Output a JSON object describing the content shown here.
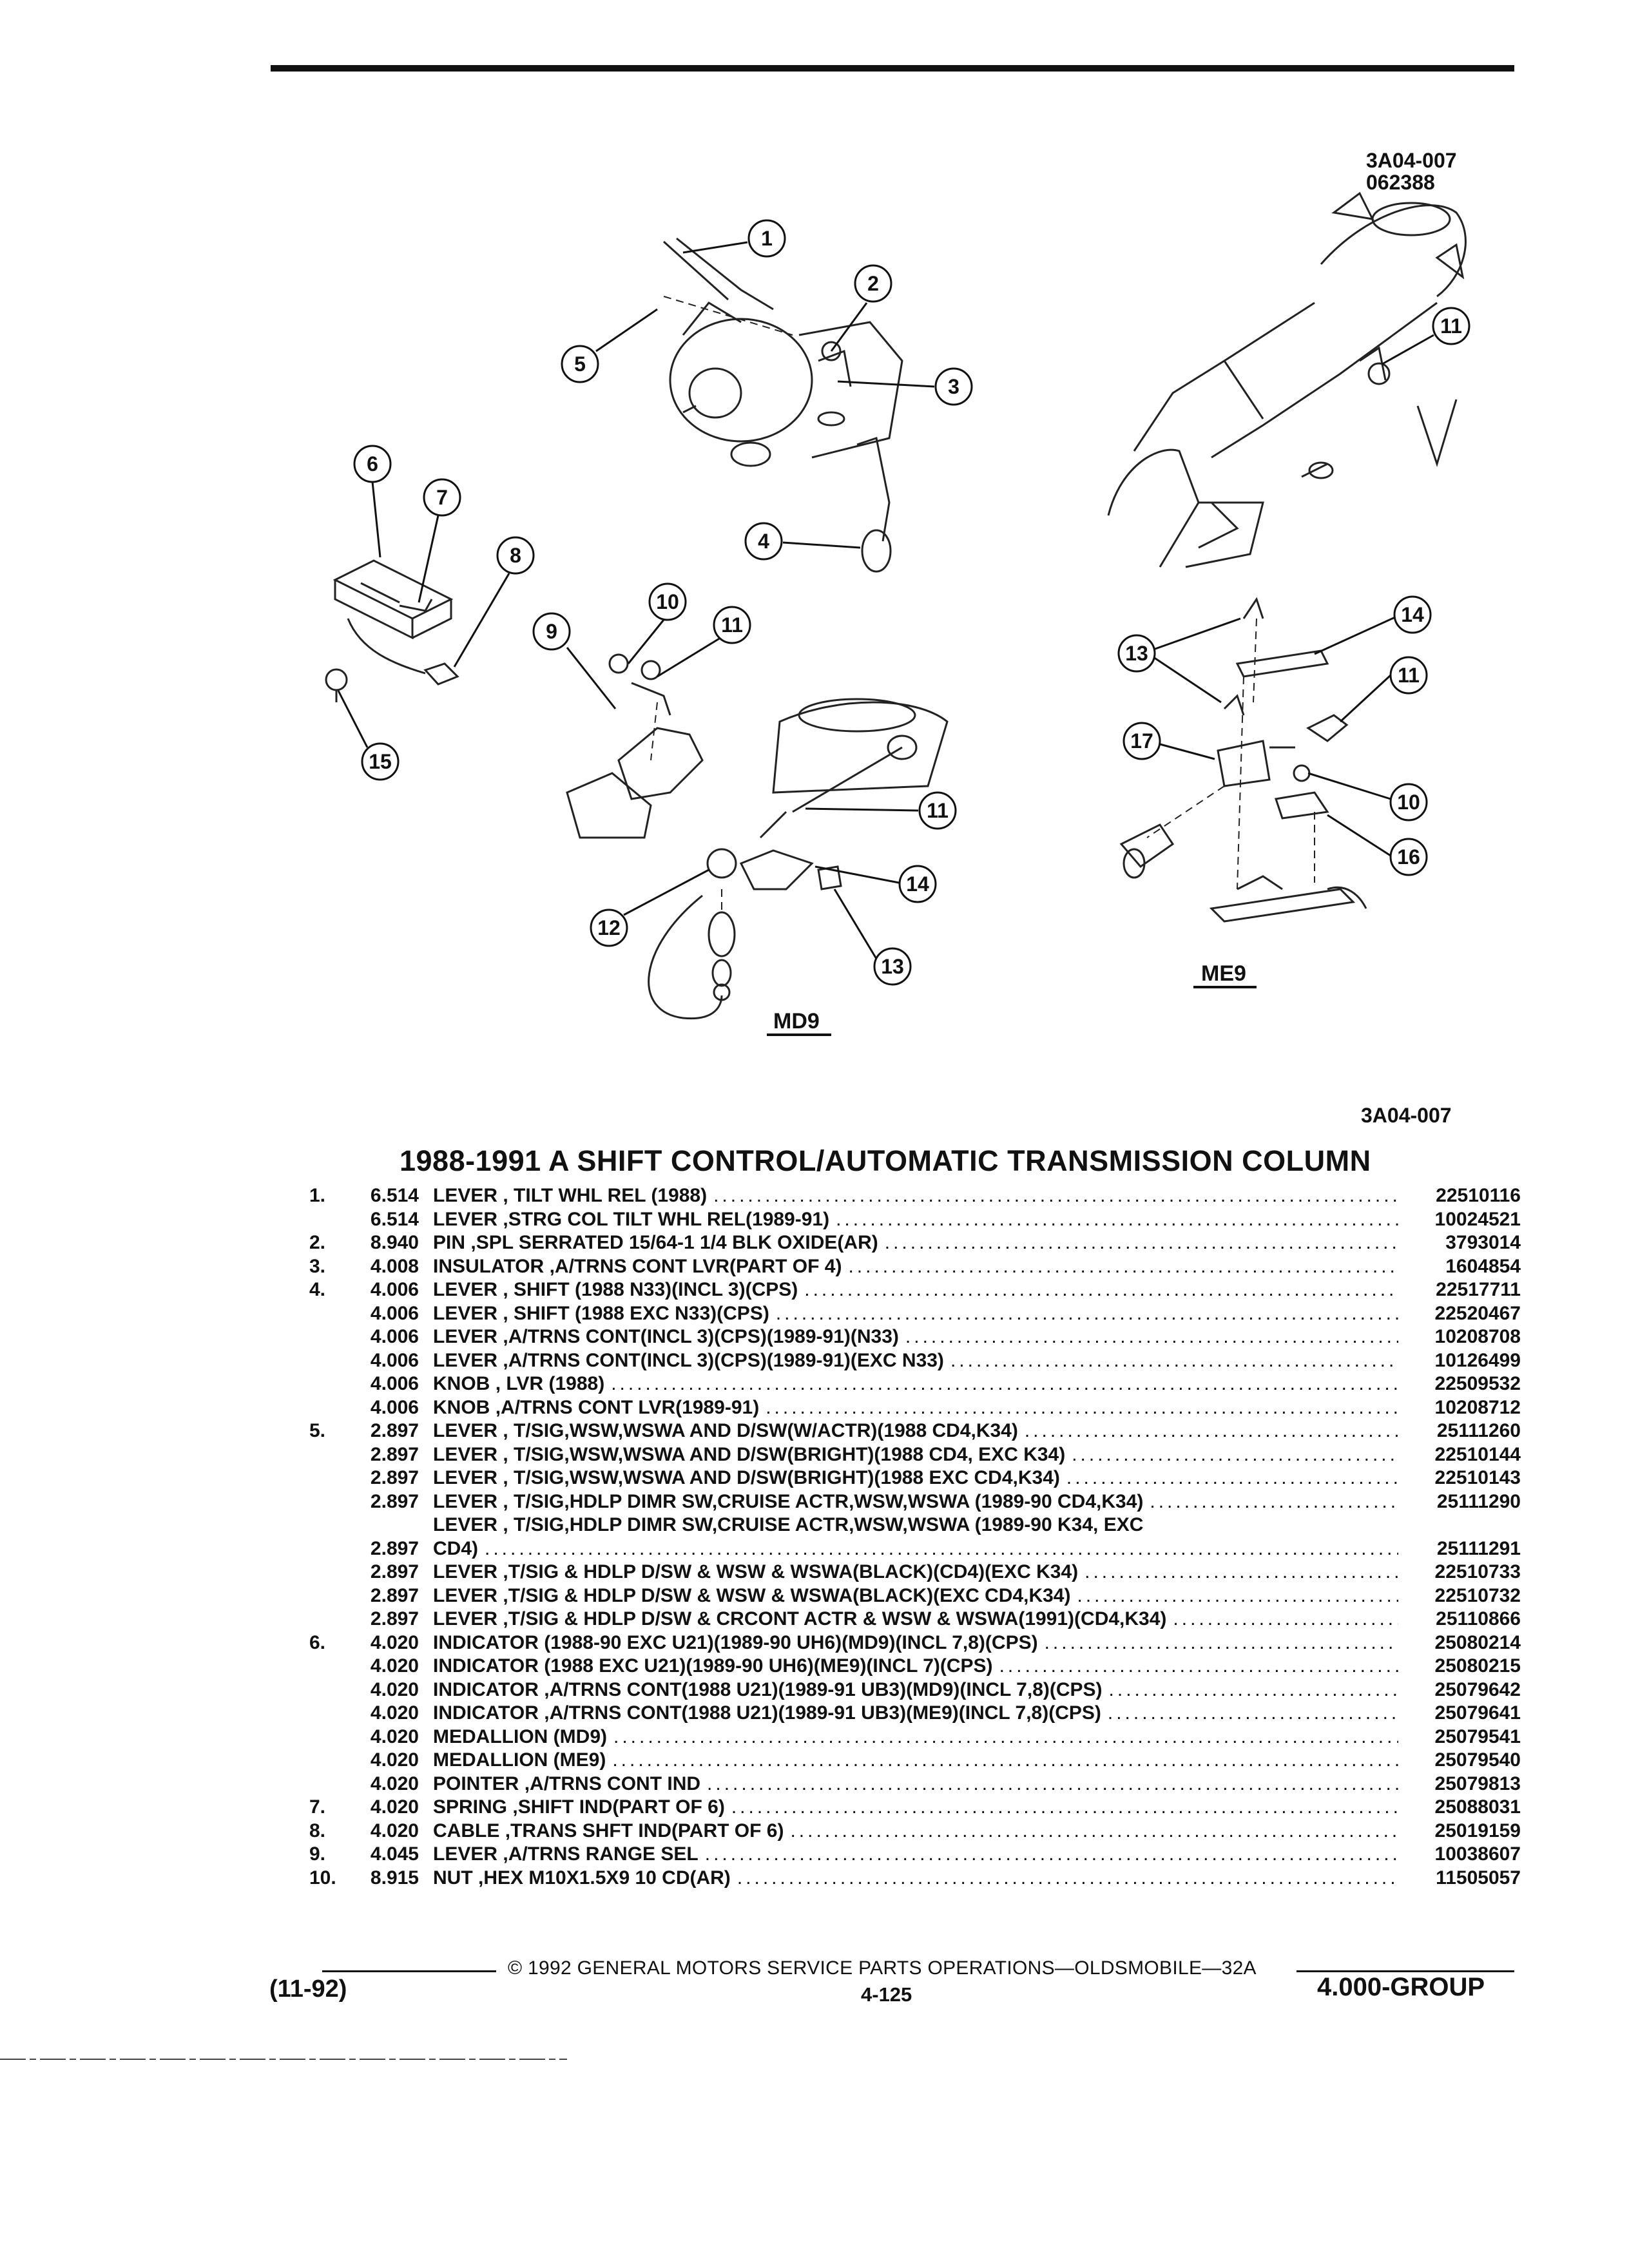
{
  "header": {
    "ref_code": "3A04-007",
    "ref_date": "062388"
  },
  "diagram": {
    "callouts": [
      "1",
      "2",
      "3",
      "4",
      "5",
      "6",
      "7",
      "8",
      "9",
      "10",
      "11",
      "12",
      "13",
      "14",
      "15",
      "16",
      "17"
    ],
    "view_labels": {
      "left": "MD9",
      "right": "ME9"
    }
  },
  "section": {
    "ref_code": "3A04-007",
    "title": "1988-1991 A SHIFT CONTROL/AUTOMATIC TRANSMISSION COLUMN"
  },
  "parts": [
    {
      "item": "1.",
      "group": "6.514",
      "name": "LEVER",
      "desc": ", TILT WHL REL (1988)",
      "pn": "22510116"
    },
    {
      "item": "",
      "group": "6.514",
      "name": "LEVER",
      "desc": ",STRG COL TILT WHL REL(1989-91)",
      "pn": "10024521"
    },
    {
      "item": "2.",
      "group": "8.940",
      "name": "PIN",
      "desc": ",SPL SERRATED 15/64-1 1/4 BLK OXIDE(AR)",
      "pn": "3793014"
    },
    {
      "item": "3.",
      "group": "4.008",
      "name": "INSULATOR",
      "desc": ",A/TRNS CONT LVR(PART OF 4)",
      "pn": "1604854"
    },
    {
      "item": "4.",
      "group": "4.006",
      "name": "LEVER",
      "desc": ", SHIFT (1988 N33)(INCL 3)(CPS)",
      "pn": "22517711"
    },
    {
      "item": "",
      "group": "4.006",
      "name": "LEVER",
      "desc": ", SHIFT (1988 EXC N33)(CPS)",
      "pn": "22520467"
    },
    {
      "item": "",
      "group": "4.006",
      "name": "LEVER",
      "desc": ",A/TRNS CONT(INCL 3)(CPS)(1989-91)(N33)",
      "pn": "10208708"
    },
    {
      "item": "",
      "group": "4.006",
      "name": "LEVER",
      "desc": ",A/TRNS CONT(INCL 3)(CPS)(1989-91)(EXC N33)",
      "pn": "10126499"
    },
    {
      "item": "",
      "group": "4.006",
      "name": "KNOB",
      "desc": ", LVR (1988)",
      "pn": "22509532"
    },
    {
      "item": "",
      "group": "4.006",
      "name": "KNOB",
      "desc": ",A/TRNS CONT LVR(1989-91)",
      "pn": "10208712"
    },
    {
      "item": "5.",
      "group": "2.897",
      "name": "LEVER",
      "desc": ", T/SIG,WSW,WSWA AND D/SW(W/ACTR)(1988 CD4,K34)",
      "pn": "25111260"
    },
    {
      "item": "",
      "group": "2.897",
      "name": "LEVER",
      "desc": ", T/SIG,WSW,WSWA AND D/SW(BRIGHT)(1988 CD4, EXC K34)",
      "pn": "22510144"
    },
    {
      "item": "",
      "group": "2.897",
      "name": "LEVER",
      "desc": ", T/SIG,WSW,WSWA AND D/SW(BRIGHT)(1988 EXC CD4,K34)",
      "pn": "22510143"
    },
    {
      "item": "",
      "group": "2.897",
      "name": "LEVER",
      "desc": ", T/SIG,HDLP DIMR SW,CRUISE ACTR,WSW,WSWA (1989-90 CD4,K34)",
      "pn": "25111290"
    },
    {
      "item": "",
      "group": "2.897",
      "name": "LEVER",
      "desc": ", T/SIG,HDLP DIMR SW,CRUISE ACTR,WSW,WSWA (1989-90 K34, EXC",
      "desc2": "CD4)",
      "pn": "25111291"
    },
    {
      "item": "",
      "group": "2.897",
      "name": "LEVER",
      "desc": ",T/SIG & HDLP D/SW & WSW & WSWA(BLACK)(CD4)(EXC K34)",
      "pn": "22510733"
    },
    {
      "item": "",
      "group": "2.897",
      "name": "LEVER",
      "desc": ",T/SIG & HDLP D/SW & WSW & WSWA(BLACK)(EXC CD4,K34)",
      "pn": "22510732"
    },
    {
      "item": "",
      "group": "2.897",
      "name": "LEVER",
      "desc": ",T/SIG & HDLP D/SW & CRCONT ACTR & WSW & WSWA(1991)(CD4,K34)",
      "pn": "25110866"
    },
    {
      "item": "6.",
      "group": "4.020",
      "name": "INDICATOR",
      "desc": "(1988-90 EXC U21)(1989-90 UH6)(MD9)(INCL 7,8)(CPS)",
      "pn": "25080214"
    },
    {
      "item": "",
      "group": "4.020",
      "name": "INDICATOR",
      "desc": "(1988 EXC U21)(1989-90 UH6)(ME9)(INCL 7)(CPS)",
      "pn": "25080215"
    },
    {
      "item": "",
      "group": "4.020",
      "name": "INDICATOR",
      "desc": ",A/TRNS CONT(1988 U21)(1989-91 UB3)(MD9)(INCL 7,8)(CPS)",
      "pn": "25079642"
    },
    {
      "item": "",
      "group": "4.020",
      "name": "INDICATOR",
      "desc": ",A/TRNS CONT(1988 U21)(1989-91 UB3)(ME9)(INCL 7,8)(CPS)",
      "pn": "25079641"
    },
    {
      "item": "",
      "group": "4.020",
      "name": "MEDALLION",
      "desc": "(MD9)",
      "pn": "25079541"
    },
    {
      "item": "",
      "group": "4.020",
      "name": "MEDALLION",
      "desc": "(ME9)",
      "pn": "25079540"
    },
    {
      "item": "",
      "group": "4.020",
      "name": "POINTER",
      "desc": ",A/TRNS CONT IND",
      "pn": "25079813"
    },
    {
      "item": "7.",
      "group": "4.020",
      "name": "SPRING",
      "desc": ",SHIFT IND(PART OF 6)",
      "pn": "25088031"
    },
    {
      "item": "8.",
      "group": "4.020",
      "name": "CABLE",
      "desc": ",TRANS SHFT IND(PART OF 6)",
      "pn": "25019159"
    },
    {
      "item": "9.",
      "group": "4.045",
      "name": "LEVER",
      "desc": ",A/TRNS RANGE SEL",
      "pn": "10038607"
    },
    {
      "item": "10.",
      "group": "8.915",
      "name": "NUT",
      "desc": ",HEX M10X1.5X9 10 CD(AR)",
      "pn": "11505057"
    }
  ],
  "footer": {
    "copyright": "© 1992 GENERAL MOTORS SERVICE PARTS OPERATIONS—OLDSMOBILE—32A",
    "date": "(11-92)",
    "page": "4-125",
    "group": "4.000-GROUP"
  }
}
